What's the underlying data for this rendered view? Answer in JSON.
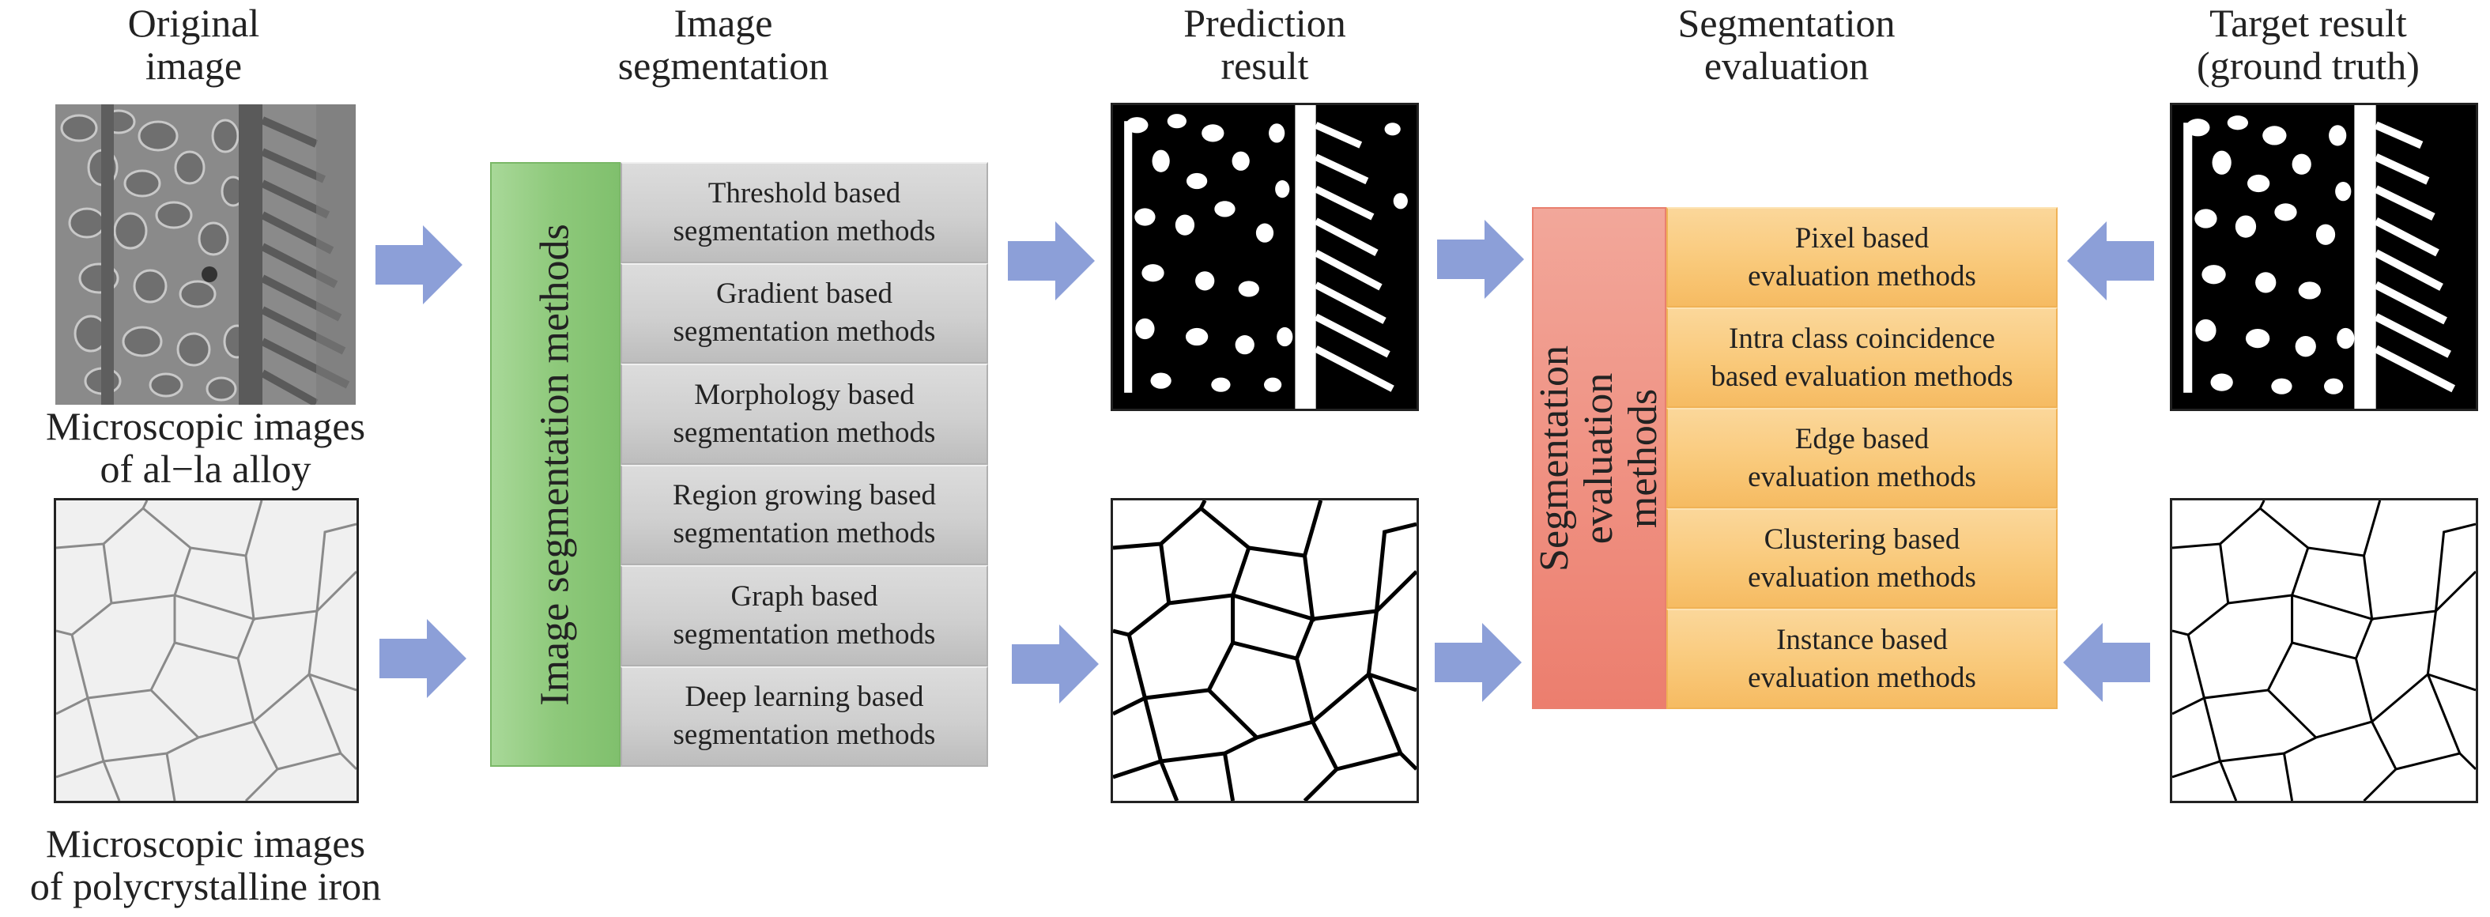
{
  "headers": {
    "original": "Original\nimage",
    "segmentation": "Image\nsegmentation",
    "prediction": "Prediction\nresult",
    "evaluation": "Segmentation\nevaluation",
    "target": "Target result\n(ground truth)"
  },
  "captions": {
    "alloy": "Microscopic images\nof al−la alloy",
    "iron": "Microscopic images\nof polycrystalline iron"
  },
  "segmentation_block": {
    "title": "Image segmentation methods",
    "methods": [
      "Threshold based\nsegmentation methods",
      "Gradient based\nsegmentation methods",
      "Morphology based\nsegmentation methods",
      "Region growing based\nsegmentation methods",
      "Graph based\nsegmentation methods",
      "Deep learning based\nsegmentation methods"
    ]
  },
  "evaluation_block": {
    "title": "Segmentation\nevaluation methods",
    "methods": [
      "Pixel based\nevaluation methods",
      "Intra class coincidence\nbased evaluation methods",
      "Edge based\nevaluation methods",
      "Clustering based\nevaluation methods",
      "Instance based\nevaluation methods"
    ]
  },
  "colors": {
    "arrow": "#8c9fd8",
    "segmentation_green": "#8ec97b",
    "method_gray": "#cfcfcf",
    "evaluation_red": "#ef8e7f",
    "evaluation_orange": "#f9c97a"
  }
}
